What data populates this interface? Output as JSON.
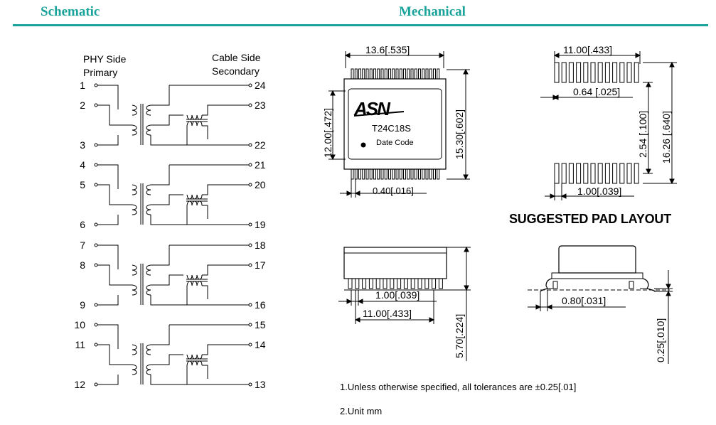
{
  "header": {
    "schematic": "Schematic",
    "mechanical": "Mechanical",
    "rule_color": "#1aa39a"
  },
  "schematic": {
    "primary_label_1": "PHY Side",
    "primary_label_2": "Primary",
    "secondary_label_1": "Cable Side",
    "secondary_label_2": "Secondary",
    "channels": [
      {
        "pins_left": [
          "1",
          "2",
          "3"
        ],
        "pins_right": [
          "24",
          "23",
          "22"
        ]
      },
      {
        "pins_left": [
          "4",
          "5",
          "6"
        ],
        "pins_right": [
          "21",
          "20",
          "19"
        ]
      },
      {
        "pins_left": [
          "7",
          "8",
          "9"
        ],
        "pins_right": [
          "18",
          "17",
          "16"
        ]
      },
      {
        "pins_left": [
          "10",
          "11",
          "12"
        ],
        "pins_right": [
          "15",
          "14",
          "13"
        ]
      }
    ]
  },
  "mechanical": {
    "top_view": {
      "width_dim": "13.6[.535]",
      "body_height_dim": "12.00[.472]",
      "overall_height_dim": "15.30[.602]",
      "pitch_dim": "0.40[.016]",
      "logo": "ASN",
      "part_number": "T24C18S",
      "date_code": "Date Code"
    },
    "pad_layout": {
      "width_dim": "11.00[.433]",
      "pad_width_dim": "0.64 [.025]",
      "pad_length_dim": "2.54 [.100]",
      "overall_dim": "16.26 [.640]",
      "pitch_dim": "1.00[.039]",
      "title": "SUGGESTED PAD LAYOUT"
    },
    "side_view": {
      "pitch_dim": "1.00[.039]",
      "span_dim": "11.00[.433]",
      "height_dim": "5.70[.224]"
    },
    "end_view": {
      "lead_dim": "0.80[.031]",
      "standoff_dim": "0.25[.010]"
    }
  },
  "notes": {
    "note1": "1.Unless otherwise specified, all tolerances are ±0.25[.01]",
    "note2": "2.Unit mm"
  }
}
